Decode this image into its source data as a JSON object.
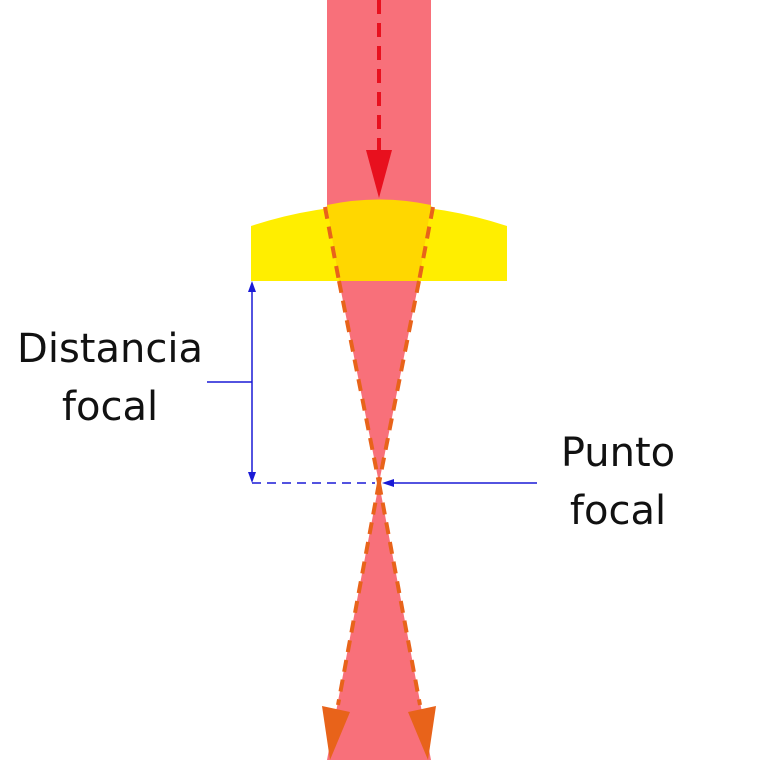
{
  "labels": {
    "focal_distance_line1": "Distancia",
    "focal_distance_line2": "focal",
    "focal_point_line1": "Punto",
    "focal_point_line2": "focal"
  },
  "colors": {
    "beam": "#f8707a",
    "lens": "#ffee00",
    "lens_center": "#ffd700",
    "incoming_arrow": "#e8101e",
    "ray_dashes": "#e8631a",
    "annotation": "#1a1ad6",
    "text": "#111111",
    "background": "#ffffff"
  }
}
